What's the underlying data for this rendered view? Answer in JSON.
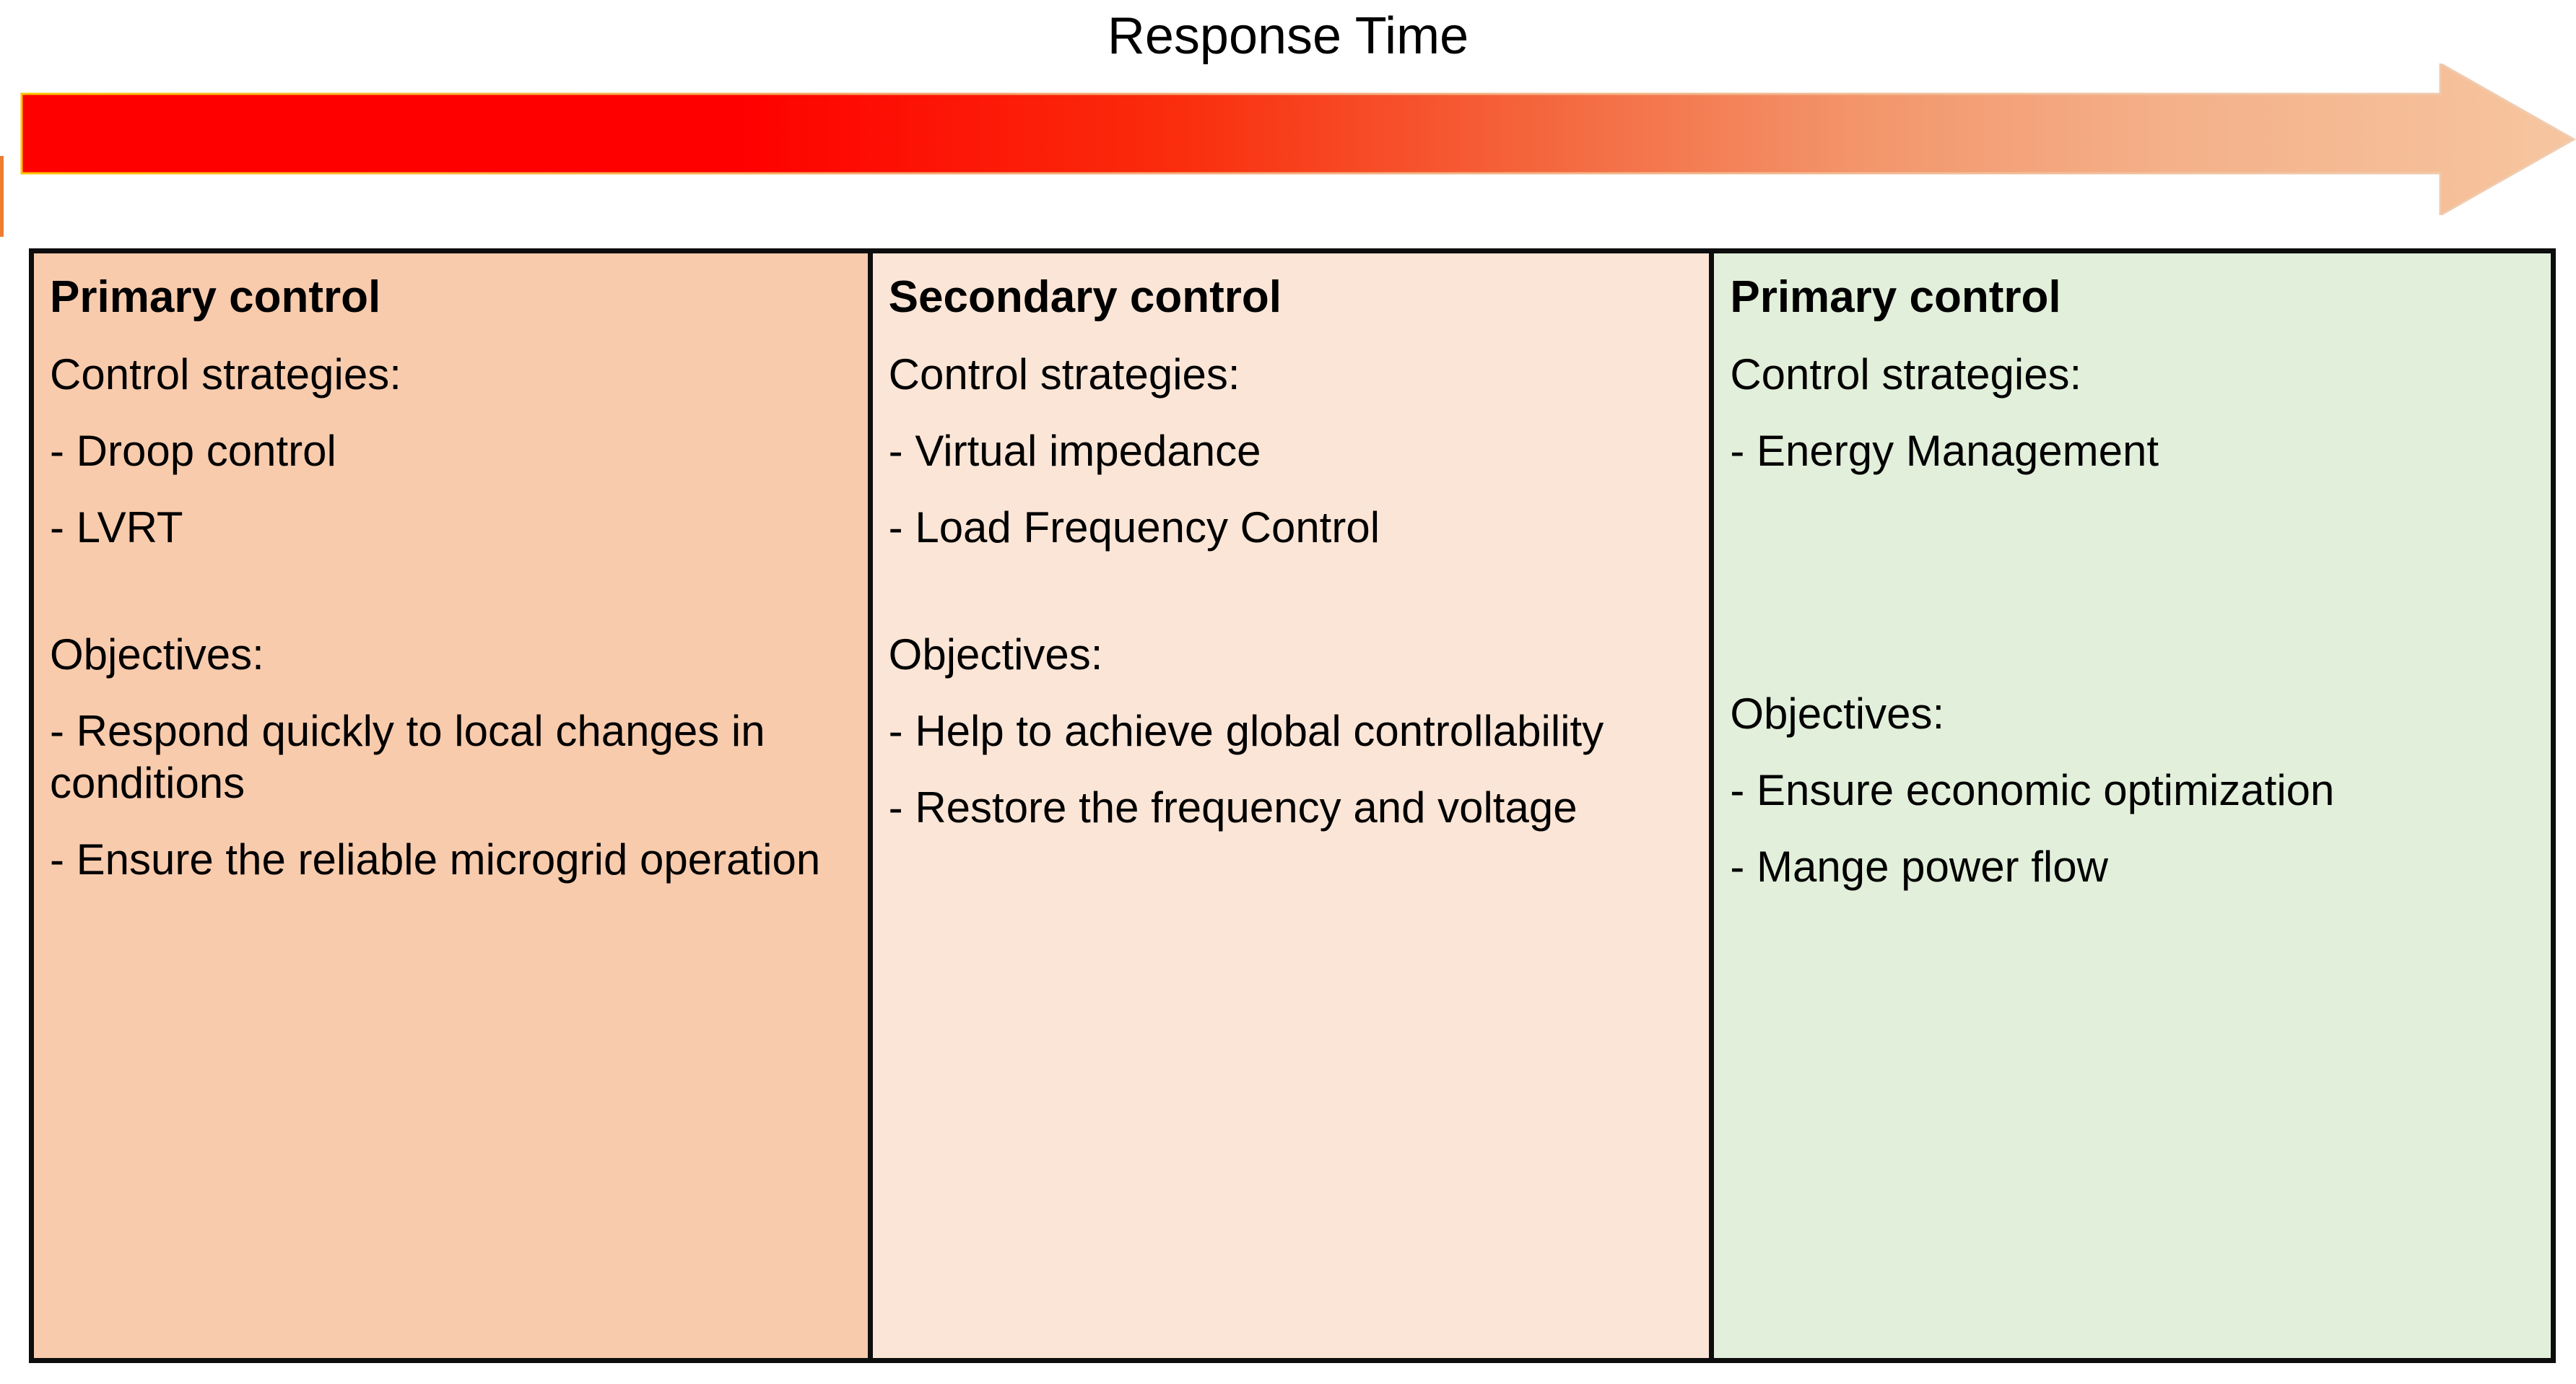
{
  "title": "Response Time",
  "arrow": {
    "name": "response-time-gradient-arrow",
    "direction": "right",
    "gradient_start_color": "#FF0000",
    "gradient_end_color": "#F6C6A0",
    "stub_color": "#ED7D31"
  },
  "table": {
    "columns": [
      {
        "header": "Primary control",
        "background_color": "#F8CBAD",
        "strategies_label": "Control strategies:",
        "strategies": [
          "- Droop control",
          "- LVRT"
        ],
        "objectives_label": "Objectives:",
        "objectives": [
          "- Respond quickly to local changes in conditions",
          "- Ensure the reliable microgrid operation"
        ]
      },
      {
        "header": "Secondary control",
        "background_color": "#FBE5D6",
        "strategies_label": "Control strategies:",
        "strategies": [
          "- Virtual impedance",
          "- Load Frequency Control"
        ],
        "objectives_label": "Objectives:",
        "objectives": [
          "- Help to achieve global controllability",
          "- Restore the frequency and voltage"
        ]
      },
      {
        "header": "Primary control",
        "background_color": "#E2EFDA",
        "strategies_label": "Control strategies:",
        "strategies": [
          "- Energy Management"
        ],
        "objectives_label": "Objectives:",
        "objectives": [
          "- Ensure economic optimization",
          "- Mange power flow"
        ]
      }
    ]
  }
}
